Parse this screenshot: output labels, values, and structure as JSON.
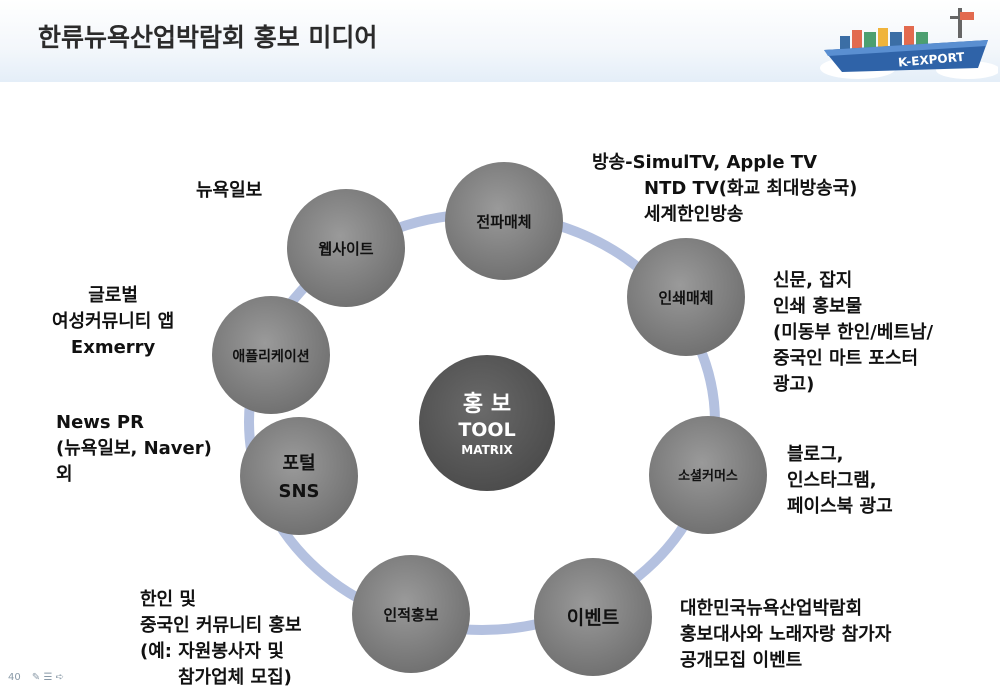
{
  "header": {
    "title": "한류뉴욕산업박람회 홍보 미디어",
    "logo_text": "K-EXPORT"
  },
  "center": {
    "line1": "홍 보",
    "line2": "TOOL",
    "line3": "MATRIX"
  },
  "nodes": [
    {
      "label": "전파매체"
    },
    {
      "label": "인쇄매체"
    },
    {
      "label": "소셜커머스"
    },
    {
      "label": "이벤트"
    },
    {
      "label": "인적홍보"
    },
    {
      "label": "포털",
      "label2": "SNS"
    },
    {
      "label": "애플리케이션"
    },
    {
      "label": "웹사이트"
    }
  ],
  "descriptions": {
    "broadcast": [
      "방송-SimulTV, Apple TV",
      "NTD TV(화교 최대방송국)",
      "세계한인방송"
    ],
    "print": [
      "신문, 잡지",
      "인쇄 홍보물",
      "(미동부 한인/베트남/",
      "중국인 마트 포스터",
      "광고)"
    ],
    "social": [
      "블로그,",
      "인스타그램,",
      "페이스북 광고"
    ],
    "event": [
      "대한민국뉴욕산업박람회",
      "홍보대사와 노래자랑 참가자",
      "공개모집 이벤트"
    ],
    "personal": [
      "한인 및",
      "중국인 커뮤니티 홍보",
      "(예: 자원봉사자 및",
      "참가업체 모집)"
    ],
    "portal": [
      "News PR",
      "(뉴욕일보, Naver)",
      "외"
    ],
    "app": [
      "글로벌",
      "여성커뮤니티 앱",
      "Exmerry"
    ],
    "website": [
      "뉴욕일보"
    ]
  },
  "footer": {
    "page_number": "40"
  },
  "colors": {
    "node": "#7f7f7f",
    "center": "#595959",
    "ring": "#b4c1e0"
  }
}
